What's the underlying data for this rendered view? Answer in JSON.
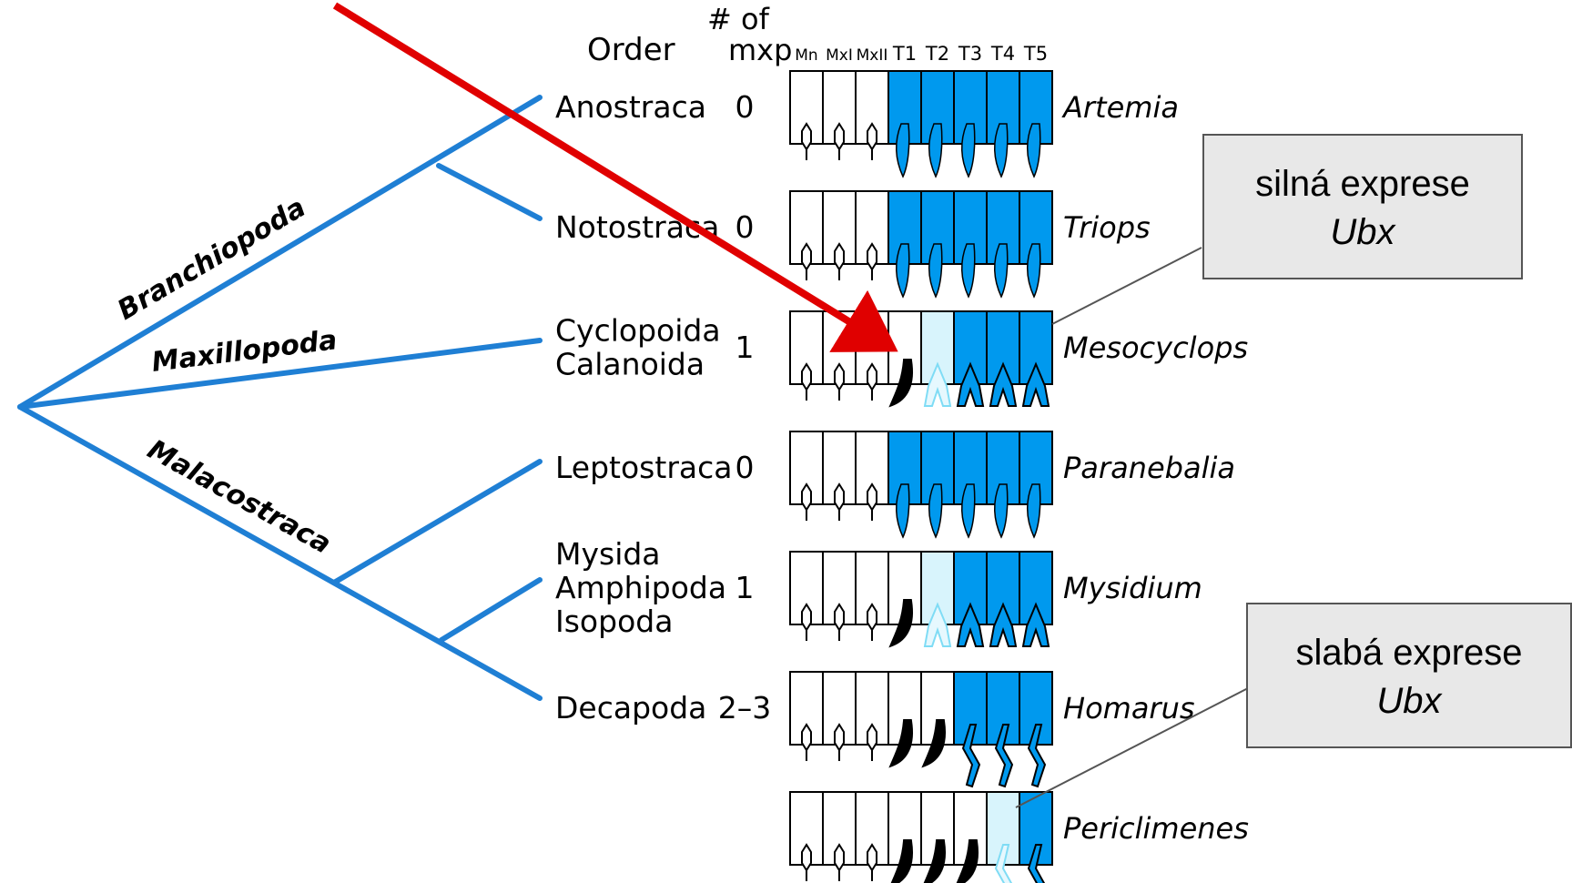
{
  "header": {
    "order_label": "Order",
    "mxp_label_line1": "# of",
    "mxp_label_line2": "mxp",
    "segment_labels": [
      "Mn",
      "MxI",
      "MxII",
      "T1",
      "T2",
      "T3",
      "T4",
      "T5"
    ]
  },
  "clades": {
    "branchiopoda": "Branchiopoda",
    "maxillopoda": "Maxillopoda",
    "malacostraca": "Malacostraca"
  },
  "rows": [
    {
      "orders": [
        "Anostraca"
      ],
      "mxp": "0",
      "genus": "Artemia",
      "segments": [
        "white",
        "white",
        "white",
        "blue",
        "blue",
        "blue",
        "blue",
        "blue"
      ],
      "appendages": [
        "small",
        "small",
        "small",
        "limb-blue",
        "limb-blue",
        "limb-blue",
        "limb-blue",
        "limb-blue"
      ]
    },
    {
      "orders": [
        "Notostraca"
      ],
      "mxp": "0",
      "genus": "Triops",
      "segments": [
        "white",
        "white",
        "white",
        "blue",
        "blue",
        "blue",
        "blue",
        "blue"
      ],
      "appendages": [
        "small",
        "small",
        "small",
        "limb-blue",
        "limb-blue",
        "limb-blue",
        "limb-blue",
        "limb-blue"
      ]
    },
    {
      "orders": [
        "Cyclopoida",
        "Calanoida"
      ],
      "mxp": "1",
      "genus": "Mesocyclops",
      "segments": [
        "white",
        "white",
        "white",
        "white",
        "light",
        "blue",
        "blue",
        "blue"
      ],
      "appendages": [
        "small",
        "small",
        "small",
        "mxp-black",
        "leg-light",
        "leg-blue",
        "leg-blue",
        "leg-blue"
      ]
    },
    {
      "orders": [
        "Leptostraca"
      ],
      "mxp": "0",
      "genus": "Paranebalia",
      "segments": [
        "white",
        "white",
        "white",
        "blue",
        "blue",
        "blue",
        "blue",
        "blue"
      ],
      "appendages": [
        "small",
        "small",
        "small",
        "limb-blue",
        "limb-blue",
        "limb-blue",
        "limb-blue",
        "limb-blue"
      ]
    },
    {
      "orders": [
        "Mysida",
        "Amphipoda",
        "Isopoda"
      ],
      "mxp": "1",
      "genus": "Mysidium",
      "segments": [
        "white",
        "white",
        "white",
        "white",
        "light",
        "blue",
        "blue",
        "blue"
      ],
      "appendages": [
        "small",
        "small",
        "small",
        "mxp-black",
        "leg-light",
        "leg-blue",
        "leg-blue",
        "leg-blue"
      ]
    },
    {
      "orders": [
        "Decapoda"
      ],
      "mxp": "2–3",
      "genus": "Homarus",
      "segments": [
        "white",
        "white",
        "white",
        "white",
        "white",
        "blue",
        "blue",
        "blue"
      ],
      "appendages": [
        "small",
        "small",
        "small",
        "mxp-black",
        "mxp-black",
        "walk-blue",
        "walk-blue",
        "walk-blue"
      ]
    },
    {
      "orders": [],
      "mxp": "",
      "genus": "Periclimenes",
      "segments": [
        "white",
        "white",
        "white",
        "white",
        "white",
        "white",
        "light",
        "blue"
      ],
      "appendages": [
        "small",
        "small",
        "small",
        "mxp-black",
        "mxp-black",
        "mxp-black",
        "walk-light",
        "walk-blue"
      ]
    }
  ],
  "callouts": {
    "strong": {
      "line1": "silná exprese",
      "line2": "Ubx"
    },
    "weak": {
      "line1": "slabá exprese",
      "line2": "Ubx"
    }
  },
  "colors": {
    "tree": "#1f7fd4",
    "segment_blue": "#0099ee",
    "segment_light": "#d8f4fc",
    "arrow": "#e00000",
    "callout_fill": "#e8e8e8"
  }
}
